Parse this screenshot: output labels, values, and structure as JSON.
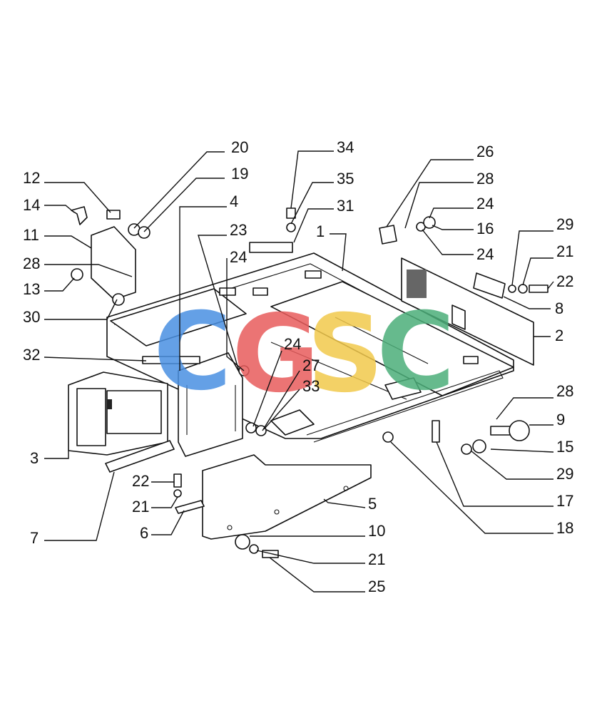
{
  "diagram": {
    "callouts": [
      {
        "id": "c20",
        "text": "20"
      },
      {
        "id": "c19",
        "text": "19"
      },
      {
        "id": "c12",
        "text": "12"
      },
      {
        "id": "c14",
        "text": "14"
      },
      {
        "id": "c11",
        "text": "11"
      },
      {
        "id": "c28a",
        "text": "28"
      },
      {
        "id": "c13",
        "text": "13"
      },
      {
        "id": "c30",
        "text": "30"
      },
      {
        "id": "c32",
        "text": "32"
      },
      {
        "id": "c3",
        "text": "3"
      },
      {
        "id": "c7",
        "text": "7"
      },
      {
        "id": "c22a",
        "text": "22"
      },
      {
        "id": "c21a",
        "text": "21"
      },
      {
        "id": "c6",
        "text": "6"
      },
      {
        "id": "c4",
        "text": "4"
      },
      {
        "id": "c23",
        "text": "23"
      },
      {
        "id": "c24a",
        "text": "24"
      },
      {
        "id": "c34",
        "text": "34"
      },
      {
        "id": "c35",
        "text": "35"
      },
      {
        "id": "c31",
        "text": "31"
      },
      {
        "id": "c1",
        "text": "1"
      },
      {
        "id": "c26",
        "text": "26"
      },
      {
        "id": "c28b",
        "text": "28"
      },
      {
        "id": "c24b",
        "text": "24"
      },
      {
        "id": "c16",
        "text": "16"
      },
      {
        "id": "c24c",
        "text": "24"
      },
      {
        "id": "c29a",
        "text": "29"
      },
      {
        "id": "c21b",
        "text": "21"
      },
      {
        "id": "c22b",
        "text": "22"
      },
      {
        "id": "c8",
        "text": "8"
      },
      {
        "id": "c2",
        "text": "2"
      },
      {
        "id": "c24d",
        "text": "24"
      },
      {
        "id": "c27",
        "text": "27"
      },
      {
        "id": "c33",
        "text": "33"
      },
      {
        "id": "c28c",
        "text": "28"
      },
      {
        "id": "c9",
        "text": "9"
      },
      {
        "id": "c15",
        "text": "15"
      },
      {
        "id": "c29b",
        "text": "29"
      },
      {
        "id": "c17",
        "text": "17"
      },
      {
        "id": "c18",
        "text": "18"
      },
      {
        "id": "c5",
        "text": "5"
      },
      {
        "id": "c10",
        "text": "10"
      },
      {
        "id": "c21c",
        "text": "21"
      },
      {
        "id": "c25",
        "text": "25"
      }
    ]
  },
  "watermark": {
    "letters": [
      "C",
      "G",
      "S",
      "C"
    ],
    "colors": [
      "#4a90e2",
      "#e85c5c",
      "#f2c94c",
      "#4caf7a"
    ]
  }
}
